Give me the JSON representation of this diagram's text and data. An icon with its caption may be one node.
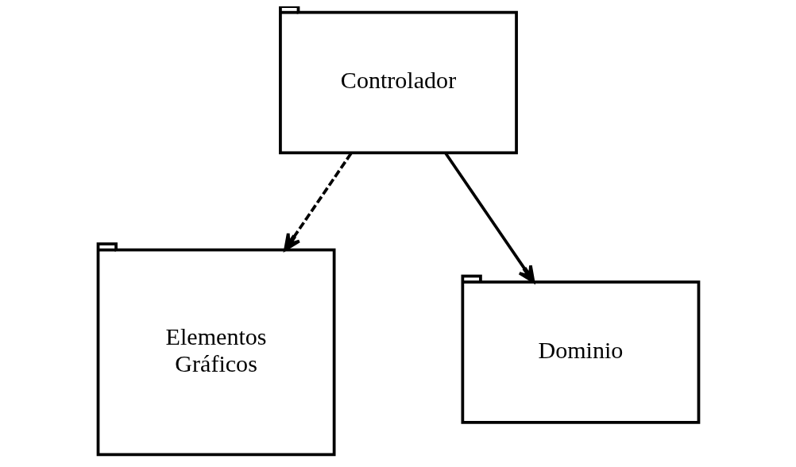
{
  "diagram": {
    "nodes": [
      {
        "text": [
          "Controlador"
        ]
      },
      {
        "text": [
          "Elementos Gráficos"
        ]
      },
      {
        "text": [
          "Dominio"
        ]
      }
    ],
    "edges": [
      {
        "from": 0,
        "to": 1,
        "arrow": "to",
        "style": "dashed"
      },
      {
        "from": 0,
        "to": 2,
        "arrow": "to"
      }
    ]
  }
}
